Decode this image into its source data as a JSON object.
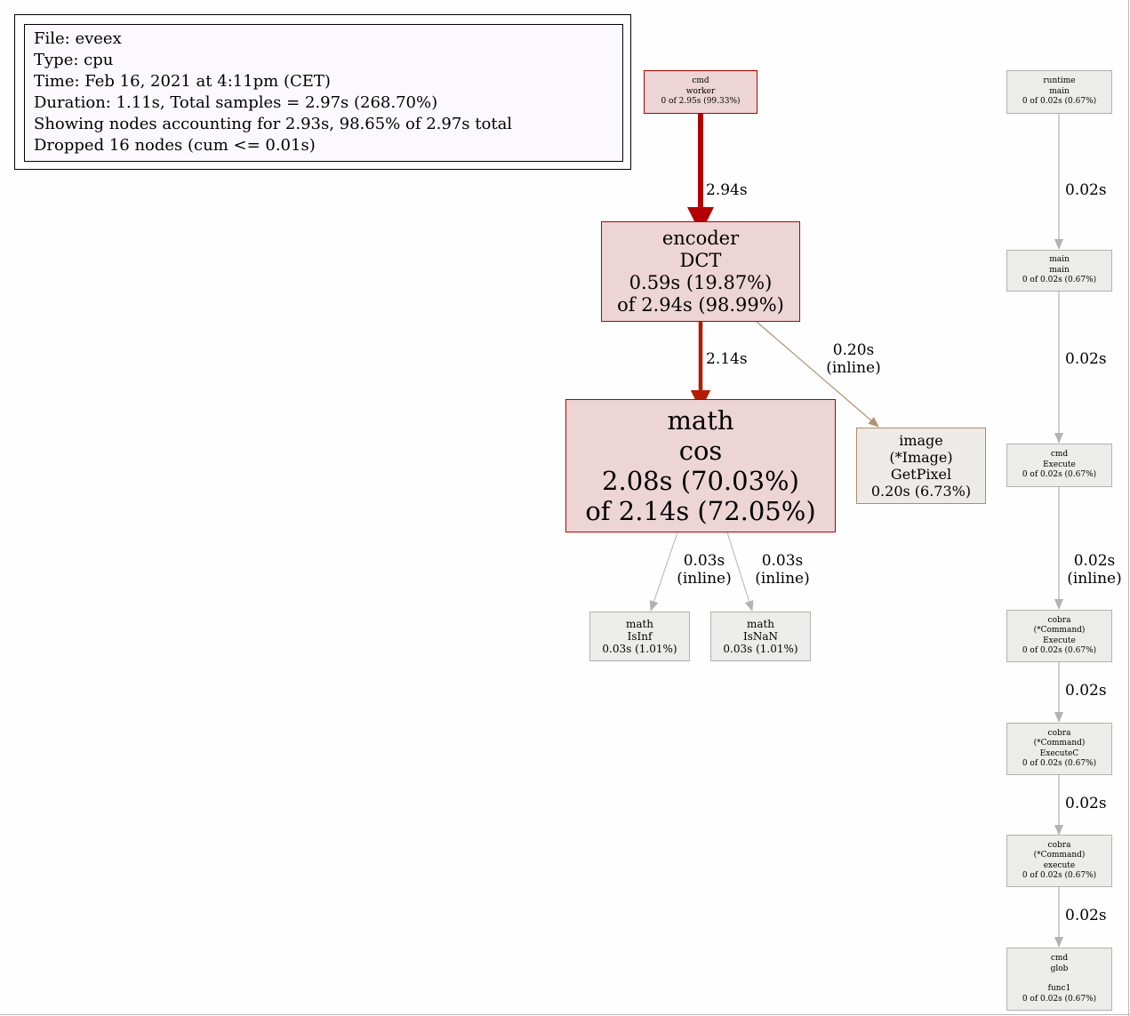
{
  "legend": {
    "lines": [
      "File: eveex",
      "Type: cpu",
      "Time: Feb 16, 2021 at 4:11pm (CET)",
      "Duration: 1.11s, Total samples = 2.97s (268.70%)",
      "Showing nodes accounting for 2.93s, 98.65% of 2.97s total",
      "Dropped 16 nodes (cum <= 0.01s)"
    ]
  },
  "colors": {
    "hot_fill": "#edd5d5",
    "hot_border": "#b20000",
    "hot_edge": "#b20000",
    "warm_fill": "#edebe7",
    "warm_border": "#b08c69",
    "warm_edge": "#b29171",
    "cold_fill": "#ececea",
    "cold_border": "#b2b2b2",
    "cold_edge": "#b2b2b2"
  },
  "nodes": {
    "cmd_worker": [
      "cmd",
      "worker",
      "0 of 2.95s (99.33%)"
    ],
    "encoder_dct": [
      "encoder",
      "DCT",
      "0.59s (19.87%)",
      "of 2.94s (98.99%)"
    ],
    "math_cos": [
      "math",
      "cos",
      "2.08s (70.03%)",
      "of 2.14s (72.05%)"
    ],
    "image_getpixel": [
      "image",
      "(*Image)",
      "GetPixel",
      "0.20s (6.73%)"
    ],
    "math_isinf": [
      "math",
      "IsInf",
      "0.03s (1.01%)"
    ],
    "math_isnan": [
      "math",
      "IsNaN",
      "0.03s (1.01%)"
    ],
    "runtime_main": [
      "runtime",
      "main",
      "0 of 0.02s (0.67%)"
    ],
    "main_main": [
      "main",
      "main",
      "0 of 0.02s (0.67%)"
    ],
    "cmd_execute": [
      "cmd",
      "Execute",
      "0 of 0.02s (0.67%)"
    ],
    "cobra_execute": [
      "cobra",
      "(*Command)",
      "Execute",
      "0 of 0.02s (0.67%)"
    ],
    "cobra_executec": [
      "cobra",
      "(*Command)",
      "ExecuteC",
      "0 of 0.02s (0.67%)"
    ],
    "cobra_execute_lower": [
      "cobra",
      "(*Command)",
      "execute",
      "0 of 0.02s (0.67%)"
    ],
    "cmd_glob_func1": [
      "cmd",
      "glob",
      "",
      "func1",
      "0 of 0.02s (0.67%)"
    ]
  },
  "edges": {
    "worker_to_dct": [
      "2.94s"
    ],
    "dct_to_cos": [
      "2.14s"
    ],
    "dct_to_getpixel": [
      "0.20s",
      "(inline)"
    ],
    "cos_to_isinf": [
      "0.03s",
      "(inline)"
    ],
    "cos_to_isnan": [
      "0.03s",
      "(inline)"
    ],
    "runtime_to_main": [
      "0.02s"
    ],
    "main_to_cmd": [
      "0.02s"
    ],
    "cmd_to_cobra": [
      "0.02s",
      "(inline)"
    ],
    "cobra_to_executec": [
      "0.02s"
    ],
    "executec_to_execute": [
      "0.02s"
    ],
    "execute_to_glob": [
      "0.02s"
    ]
  }
}
